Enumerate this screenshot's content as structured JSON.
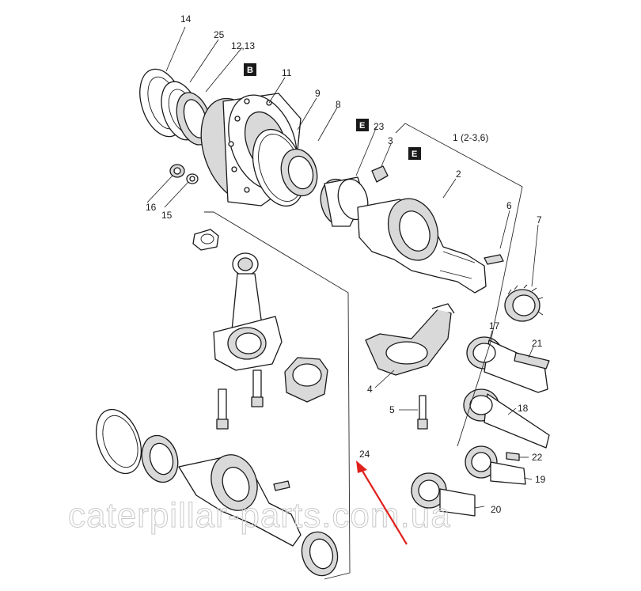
{
  "callouts": {
    "c14": "14",
    "c25": "25",
    "c12_13": "12,13",
    "c11": "11",
    "c9": "9",
    "c8": "8",
    "c23": "23",
    "c3": "3",
    "c1": "1 (2-3,6)",
    "c2": "2",
    "c6": "6",
    "c7": "7",
    "c16": "16",
    "c15": "15",
    "c17": "17",
    "c21": "21",
    "c4": "4",
    "c5": "5",
    "c18": "18",
    "c22": "22",
    "c19": "19",
    "c20": "20",
    "c24": "24"
  },
  "badges": {
    "b": "B",
    "e1": "E",
    "e2": "E"
  },
  "watermark": "caterpillar-parts.com.ua",
  "colors": {
    "arrow": "#e0201c",
    "ink": "#1a1a1a",
    "watermark": "#c8c8c8"
  }
}
